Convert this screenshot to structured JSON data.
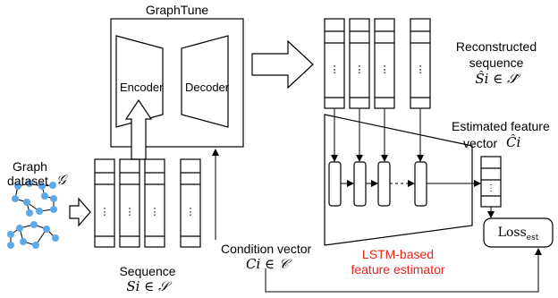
{
  "graphtune": {
    "title": "GraphTune",
    "encoder": "Encoder",
    "decoder": "Decoder"
  },
  "graph_dataset": {
    "line1": "Graph",
    "line2": "dataset",
    "symbol": "𝒢"
  },
  "reconstructed": {
    "line1": "Reconstructed",
    "line2": "sequence",
    "formula": "Ŝi ∈ 𝒮̂"
  },
  "estimated": {
    "line1": "Estimated feature",
    "line2": "vector",
    "formula": "Ĉi"
  },
  "condition": {
    "line1": "Condition vector",
    "formula": "Ci ∈ 𝒞"
  },
  "sequence": {
    "line1": "Sequence",
    "formula": "Si ∈ 𝒮"
  },
  "lstm": {
    "line1": "LSTM-based",
    "line2": "feature estimator"
  },
  "loss": {
    "label": "Loss",
    "sub": "est"
  },
  "colors": {
    "graph_node": "#5ba9e8",
    "lstm_text": "#e8241c",
    "line": "#000000"
  },
  "icons": {
    "ellipsis": "⋮"
  }
}
